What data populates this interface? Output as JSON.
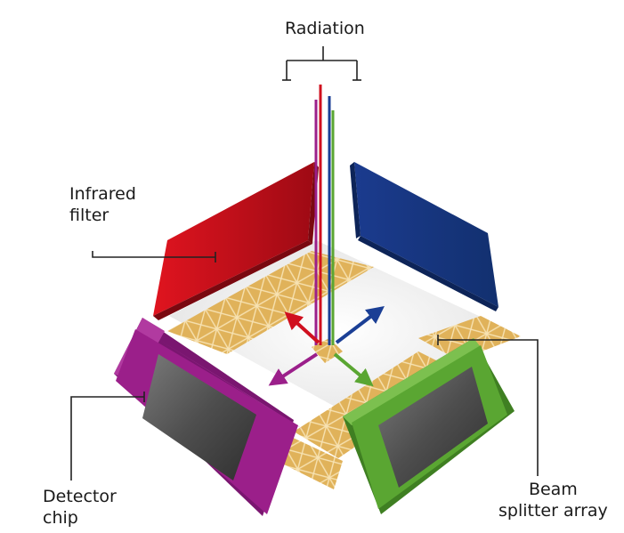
{
  "labels": {
    "radiation": "Radiation",
    "infrared_filter": [
      "Infrared",
      "filter"
    ],
    "detector_chip": [
      "Detector",
      "chip"
    ],
    "beam_splitter": [
      "Beam",
      "splitter array"
    ]
  },
  "colors": {
    "red": "#d0101f",
    "blue": "#1b3f95",
    "purple": "#9b1f8a",
    "green": "#5aa632",
    "gold": "#e2b65a",
    "chip": "#5a5a5a"
  },
  "icons": [
    "arrow-red",
    "arrow-blue",
    "arrow-purple",
    "arrow-green"
  ]
}
